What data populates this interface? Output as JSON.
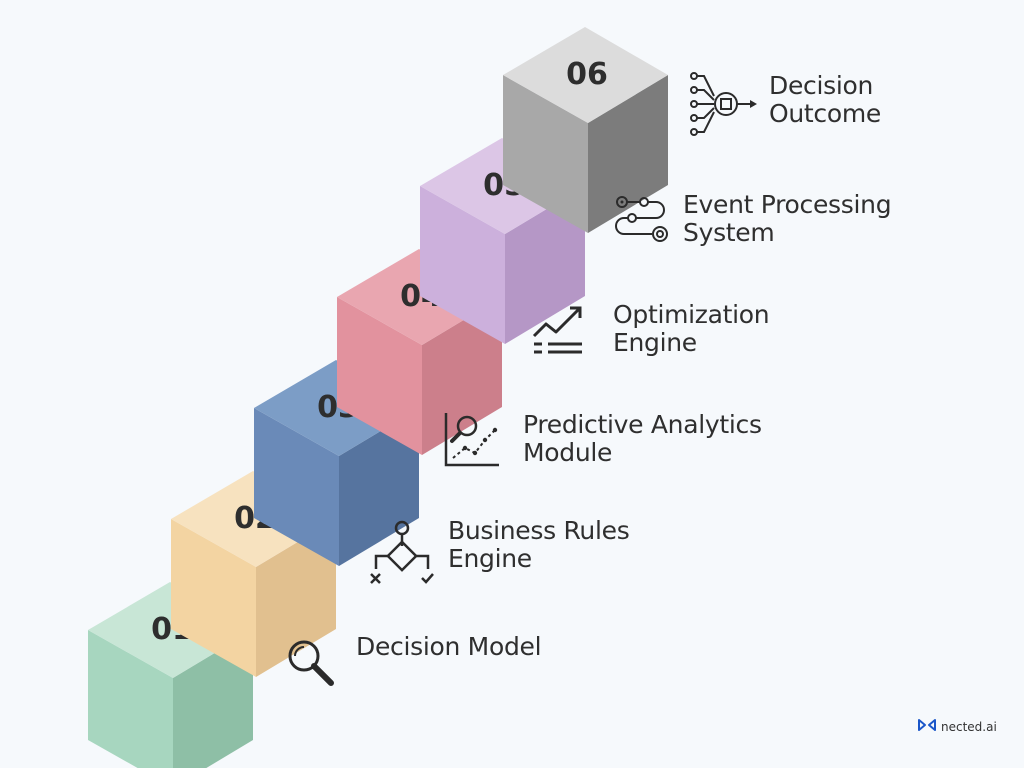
{
  "steps": [
    {
      "number": "01",
      "lines": [
        "Decision Model"
      ],
      "icon": "magnifier-icon",
      "colors": {
        "top": "#c8e6d6",
        "front": "#a7d6bf",
        "side": "#8ebfa6"
      }
    },
    {
      "number": "02",
      "lines": [
        "Business Rules",
        "Engine"
      ],
      "icon": "decision-flow-icon",
      "colors": {
        "top": "#f7e2bf",
        "front": "#f3d4a2",
        "side": "#e1c08f"
      }
    },
    {
      "number": "03",
      "lines": [
        "Predictive Analytics",
        "Module"
      ],
      "icon": "analytics-chart-icon",
      "colors": {
        "top": "#7c9dc6",
        "front": "#6a8ab8",
        "side": "#56749f"
      }
    },
    {
      "number": "04",
      "lines": [
        "Optimization",
        "Engine"
      ],
      "icon": "trend-up-icon",
      "colors": {
        "top": "#e9a6b0",
        "front": "#e2929e",
        "side": "#cc7f8b"
      }
    },
    {
      "number": "05",
      "lines": [
        "Event Processing",
        "System"
      ],
      "icon": "event-flow-icon",
      "colors": {
        "top": "#dcc6e6",
        "front": "#ccb0dc",
        "side": "#b597c6"
      }
    },
    {
      "number": "06",
      "lines": [
        "Decision",
        "Outcome"
      ],
      "icon": "processor-output-icon",
      "colors": {
        "top": "#dcdcdc",
        "front": "#a8a8a8",
        "side": "#7c7c7c"
      }
    }
  ],
  "brand": {
    "name": "nected.ai",
    "icon": "nected-logo-icon",
    "color": "#1a56c9"
  }
}
